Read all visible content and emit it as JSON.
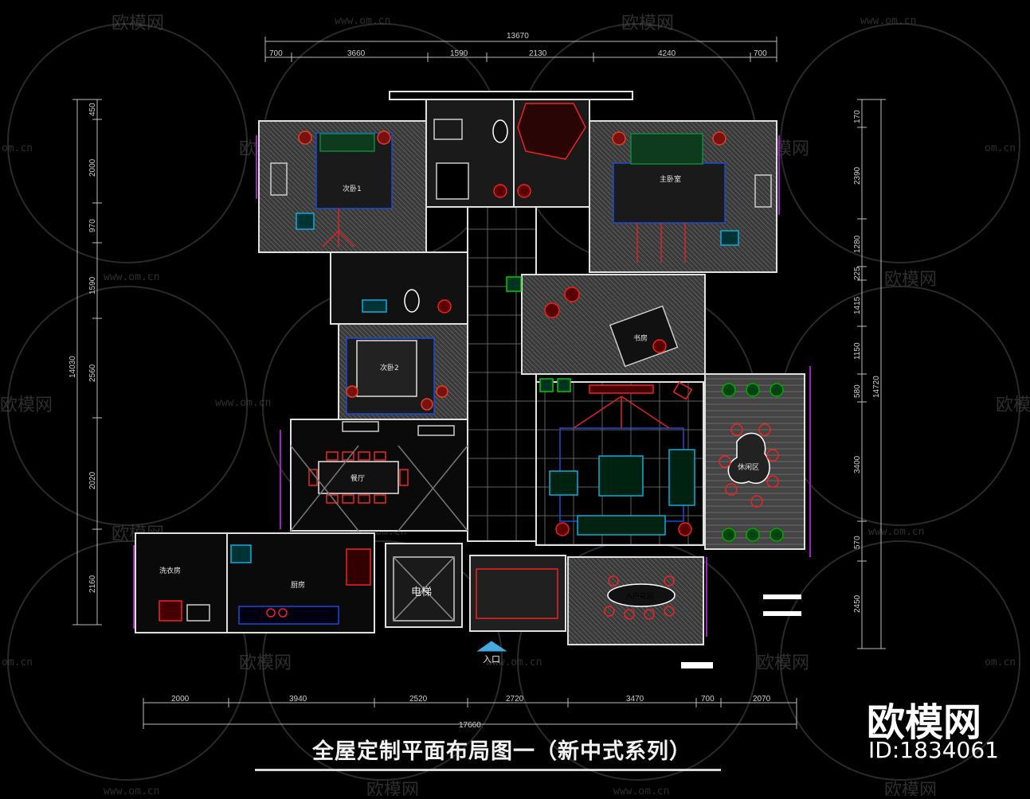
{
  "title": "全屋定制平面布局图一（新中式系列）",
  "watermark": {
    "brand": "欧模网",
    "id": "ID:1834061",
    "url": "www.om.cn",
    "short_url": "om.cn"
  },
  "dimensions": {
    "top_total": "13670",
    "top_segments": [
      "700",
      "3660",
      "1590",
      "2130",
      "4240",
      "700"
    ],
    "bottom_total": "17660",
    "bottom_segments": [
      "2000",
      "3940",
      "2520",
      "2720",
      "3470",
      "700",
      "2070"
    ],
    "left_total": "14030",
    "left_segments": [
      "450",
      "2000",
      "970",
      "1590",
      "2560",
      "2020",
      "2160"
    ],
    "right_total": "14720",
    "right_segments": [
      "170",
      "2390",
      "1280",
      "225",
      "1415",
      "1150",
      "580",
      "3400",
      "570",
      "2450"
    ]
  },
  "rooms": {
    "bedroom2": "次卧1",
    "master": "主卧室",
    "bedroom3": "次卧2",
    "study": "书房",
    "dining": "餐厅",
    "laundry": "洗衣房",
    "kitchen": "厨房",
    "elevator": "电梯",
    "entry_garden": "入户花园",
    "leisure": "休闲区",
    "entrance": "入口"
  }
}
